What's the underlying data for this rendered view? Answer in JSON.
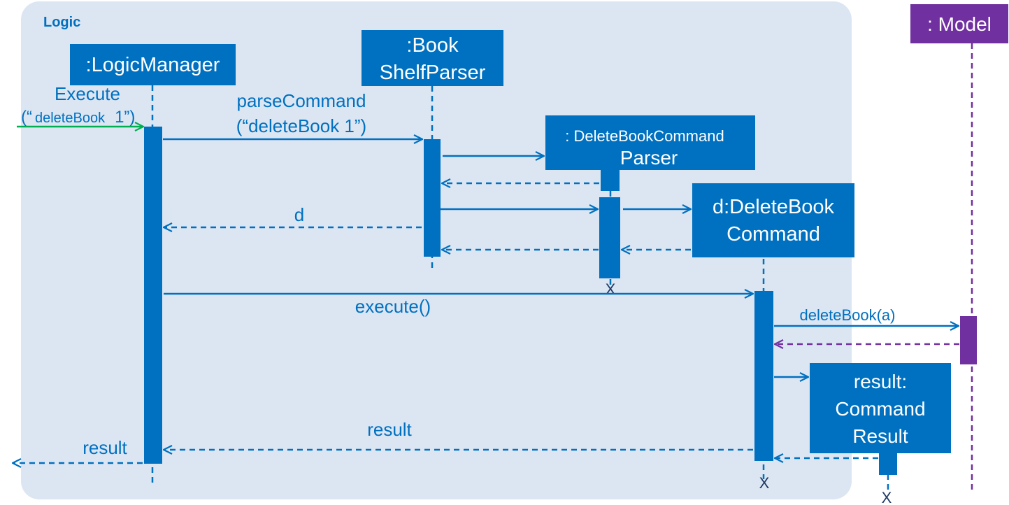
{
  "frame": {
    "label": "Logic"
  },
  "participants": {
    "logic_manager": {
      "line1": ":LogicManager"
    },
    "parser": {
      "line1": ":Book",
      "line2": "ShelfParser"
    },
    "delete_parser": {
      "line1": ": DeleteBookCommand",
      "line2": "Parser"
    },
    "delete_command": {
      "line1": "d:DeleteBook",
      "line2": "Command"
    },
    "command_result": {
      "line1": "result:",
      "line2": "Command",
      "line3": "Result"
    },
    "model": {
      "line1": ": Model"
    }
  },
  "messages": {
    "execute_line1": "Execute",
    "execute_line2_open": "(“",
    "execute_line2_arg": "deleteBook",
    "execute_line2_close": "1”)",
    "parse_line1": "parseCommand",
    "parse_line2": "(“deleteBook 1”)",
    "return_d": "d",
    "execute_call": "execute()",
    "delete_book": "deleteBook(a)",
    "return_result_inner": "result",
    "return_result_outer": "result"
  },
  "destroy_marker": "X",
  "colors": {
    "frame_bg": "#DCE6F2",
    "blue": "#0070C0",
    "purple": "#7030A0",
    "green": "#00B050"
  }
}
